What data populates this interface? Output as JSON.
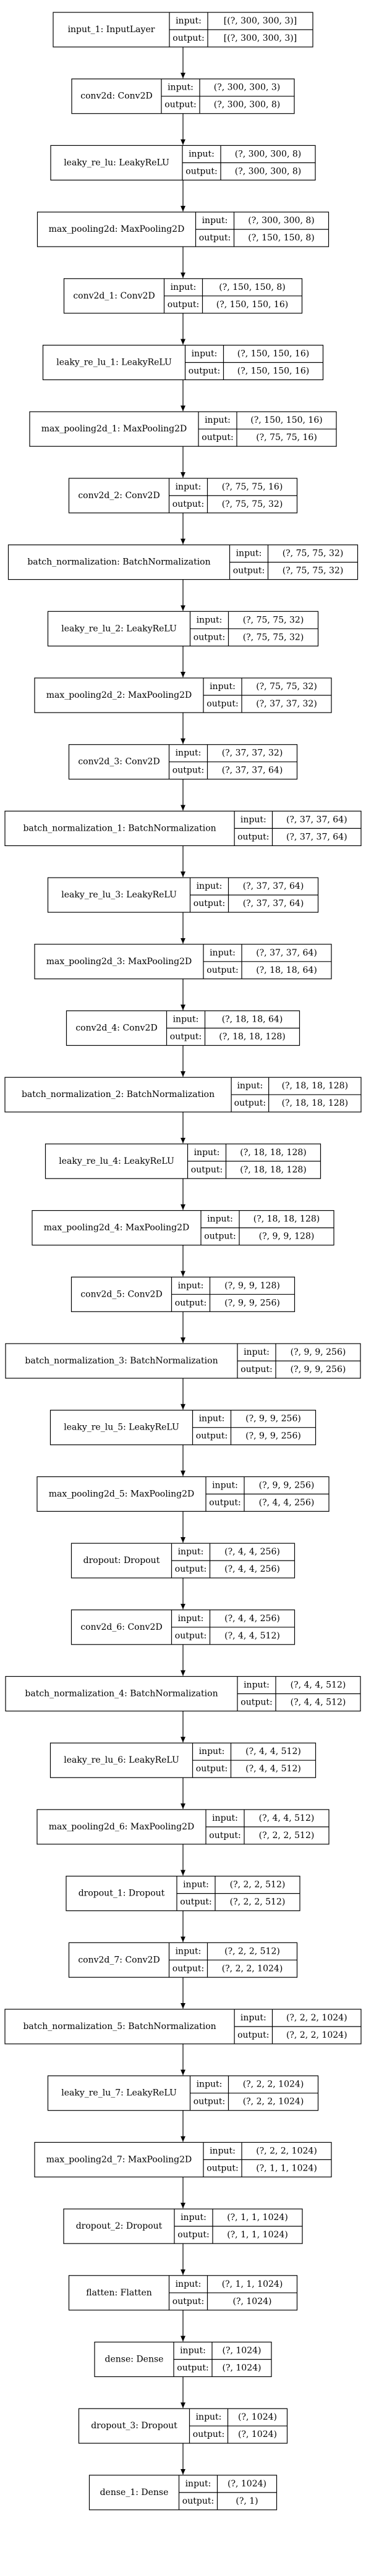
{
  "layers": [
    {
      "name": "input_1: InputLayer",
      "input": "[(?, 300, 300, 3)]",
      "output": "[(?, 300, 300, 3)]"
    },
    {
      "name": "conv2d: Conv2D",
      "input": "(?, 300, 300, 3)",
      "output": "(?, 300, 300, 8)"
    },
    {
      "name": "leaky_re_lu: LeakyReLU",
      "input": "(?, 300, 300, 8)",
      "output": "(?, 300, 300, 8)"
    },
    {
      "name": "max_pooling2d: MaxPooling2D",
      "input": "(?, 300, 300, 8)",
      "output": "(?, 150, 150, 8)"
    },
    {
      "name": "conv2d_1: Conv2D",
      "input": "(?, 150, 150, 8)",
      "output": "(?, 150, 150, 16)"
    },
    {
      "name": "leaky_re_lu_1: LeakyReLU",
      "input": "(?, 150, 150, 16)",
      "output": "(?, 150, 150, 16)"
    },
    {
      "name": "max_pooling2d_1: MaxPooling2D",
      "input": "(?, 150, 150, 16)",
      "output": "(?, 75, 75, 16)"
    },
    {
      "name": "conv2d_2: Conv2D",
      "input": "(?, 75, 75, 16)",
      "output": "(?, 75, 75, 32)"
    },
    {
      "name": "batch_normalization: BatchNormalization",
      "input": "(?, 75, 75, 32)",
      "output": "(?, 75, 75, 32)"
    },
    {
      "name": "leaky_re_lu_2: LeakyReLU",
      "input": "(?, 75, 75, 32)",
      "output": "(?, 75, 75, 32)"
    },
    {
      "name": "max_pooling2d_2: MaxPooling2D",
      "input": "(?, 75, 75, 32)",
      "output": "(?, 37, 37, 32)"
    },
    {
      "name": "conv2d_3: Conv2D",
      "input": "(?, 37, 37, 32)",
      "output": "(?, 37, 37, 64)"
    },
    {
      "name": "batch_normalization_1: BatchNormalization",
      "input": "(?, 37, 37, 64)",
      "output": "(?, 37, 37, 64)"
    },
    {
      "name": "leaky_re_lu_3: LeakyReLU",
      "input": "(?, 37, 37, 64)",
      "output": "(?, 37, 37, 64)"
    },
    {
      "name": "max_pooling2d_3: MaxPooling2D",
      "input": "(?, 37, 37, 64)",
      "output": "(?, 18, 18, 64)"
    },
    {
      "name": "conv2d_4: Conv2D",
      "input": "(?, 18, 18, 64)",
      "output": "(?, 18, 18, 128)"
    },
    {
      "name": "batch_normalization_2: BatchNormalization",
      "input": "(?, 18, 18, 128)",
      "output": "(?, 18, 18, 128)"
    },
    {
      "name": "leaky_re_lu_4: LeakyReLU",
      "input": "(?, 18, 18, 128)",
      "output": "(?, 18, 18, 128)"
    },
    {
      "name": "max_pooling2d_4: MaxPooling2D",
      "input": "(?, 18, 18, 128)",
      "output": "(?, 9, 9, 128)"
    },
    {
      "name": "conv2d_5: Conv2D",
      "input": "(?, 9, 9, 128)",
      "output": "(?, 9, 9, 256)"
    },
    {
      "name": "batch_normalization_3: BatchNormalization",
      "input": "(?, 9, 9, 256)",
      "output": "(?, 9, 9, 256)"
    },
    {
      "name": "leaky_re_lu_5: LeakyReLU",
      "input": "(?, 9, 9, 256)",
      "output": "(?, 9, 9, 256)"
    },
    {
      "name": "max_pooling2d_5: MaxPooling2D",
      "input": "(?, 9, 9, 256)",
      "output": "(?, 4, 4, 256)"
    },
    {
      "name": "dropout: Dropout",
      "input": "(?, 4, 4, 256)",
      "output": "(?, 4, 4, 256)"
    },
    {
      "name": "conv2d_6: Conv2D",
      "input": "(?, 4, 4, 256)",
      "output": "(?, 4, 4, 512)"
    },
    {
      "name": "batch_normalization_4: BatchNormalization",
      "input": "(?, 4, 4, 512)",
      "output": "(?, 4, 4, 512)"
    },
    {
      "name": "leaky_re_lu_6: LeakyReLU",
      "input": "(?, 4, 4, 512)",
      "output": "(?, 4, 4, 512)"
    },
    {
      "name": "max_pooling2d_6: MaxPooling2D",
      "input": "(?, 4, 4, 512)",
      "output": "(?, 2, 2, 512)"
    },
    {
      "name": "dropout_1: Dropout",
      "input": "(?, 2, 2, 512)",
      "output": "(?, 2, 2, 512)"
    },
    {
      "name": "conv2d_7: Conv2D",
      "input": "(?, 2, 2, 512)",
      "output": "(?, 2, 2, 1024)"
    },
    {
      "name": "batch_normalization_5: BatchNormalization",
      "input": "(?, 2, 2, 1024)",
      "output": "(?, 2, 2, 1024)"
    },
    {
      "name": "leaky_re_lu_7: LeakyReLU",
      "input": "(?, 2, 2, 1024)",
      "output": "(?, 2, 2, 1024)"
    },
    {
      "name": "max_pooling2d_7: MaxPooling2D",
      "input": "(?, 2, 2, 1024)",
      "output": "(?, 1, 1, 1024)"
    },
    {
      "name": "dropout_2: Dropout",
      "input": "(?, 1, 1, 1024)",
      "output": "(?, 1, 1, 1024)"
    },
    {
      "name": "flatten: Flatten",
      "input": "(?, 1, 1, 1024)",
      "output": "(?, 1024)"
    },
    {
      "name": "dense: Dense",
      "input": "(?, 1024)",
      "output": "(?, 1024)"
    },
    {
      "name": "dropout_3: Dropout",
      "input": "(?, 1024)",
      "output": "(?, 1024)"
    },
    {
      "name": "dense_1: Dense",
      "input": "(?, 1024)",
      "output": "(?, 1)"
    }
  ],
  "labels": {
    "input": "input:",
    "output": "output:"
  }
}
